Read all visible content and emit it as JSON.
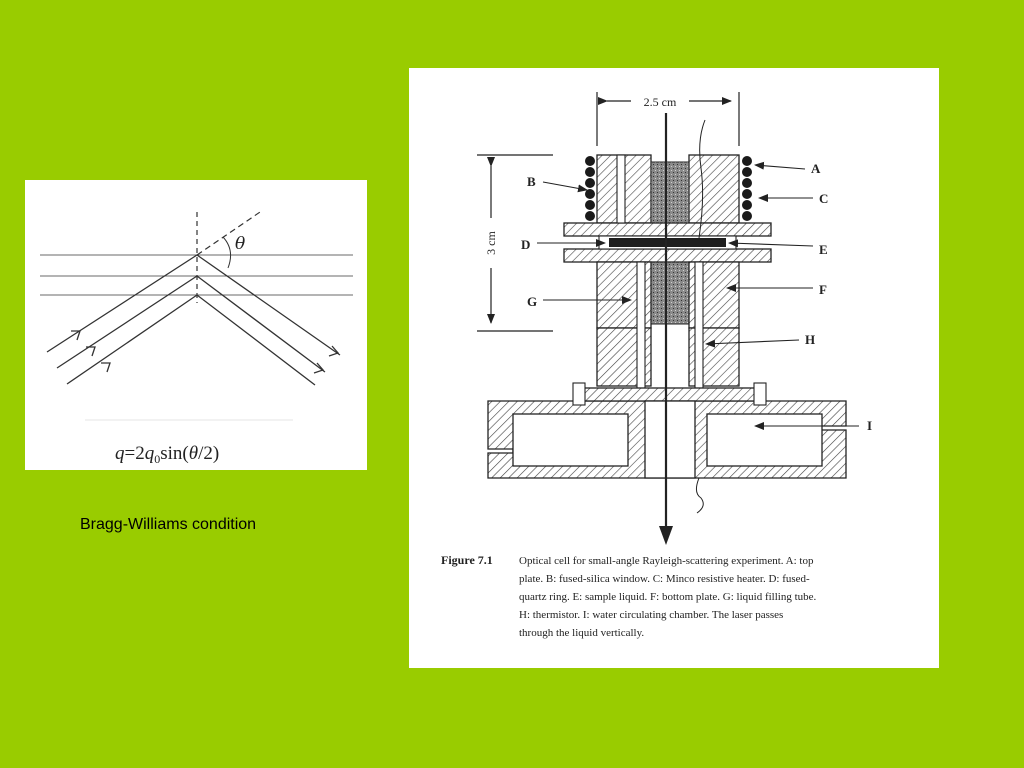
{
  "slide": {
    "background": "#99cc00",
    "caption": "Bragg-Williams condition"
  },
  "bragg_figure": {
    "angle_label": "θ",
    "formula": {
      "q": "q",
      "eq_two": "=2",
      "q0": "q",
      "sub0": "0",
      "sin_open": "sin(",
      "theta": "θ",
      "close": "/2)"
    }
  },
  "cell_figure": {
    "dimension_width": "2.5 cm",
    "dimension_height": "3 cm",
    "labels": {
      "A": "A",
      "B": "B",
      "C": "C",
      "D": "D",
      "E": "E",
      "F": "F",
      "G": "G",
      "H": "H",
      "I": "I"
    },
    "caption_title": "Figure 7.1",
    "caption_lines": [
      "Optical cell for small-angle Rayleigh-scattering experiment. A: top",
      "plate. B: fused-silica window. C: Minco resistive heater. D: fused-",
      "quartz ring. E: sample liquid. F: bottom plate. G: liquid filling tube.",
      "H: thermistor. I: water circulating chamber.  The laser passes",
      "through the liquid vertically."
    ]
  }
}
